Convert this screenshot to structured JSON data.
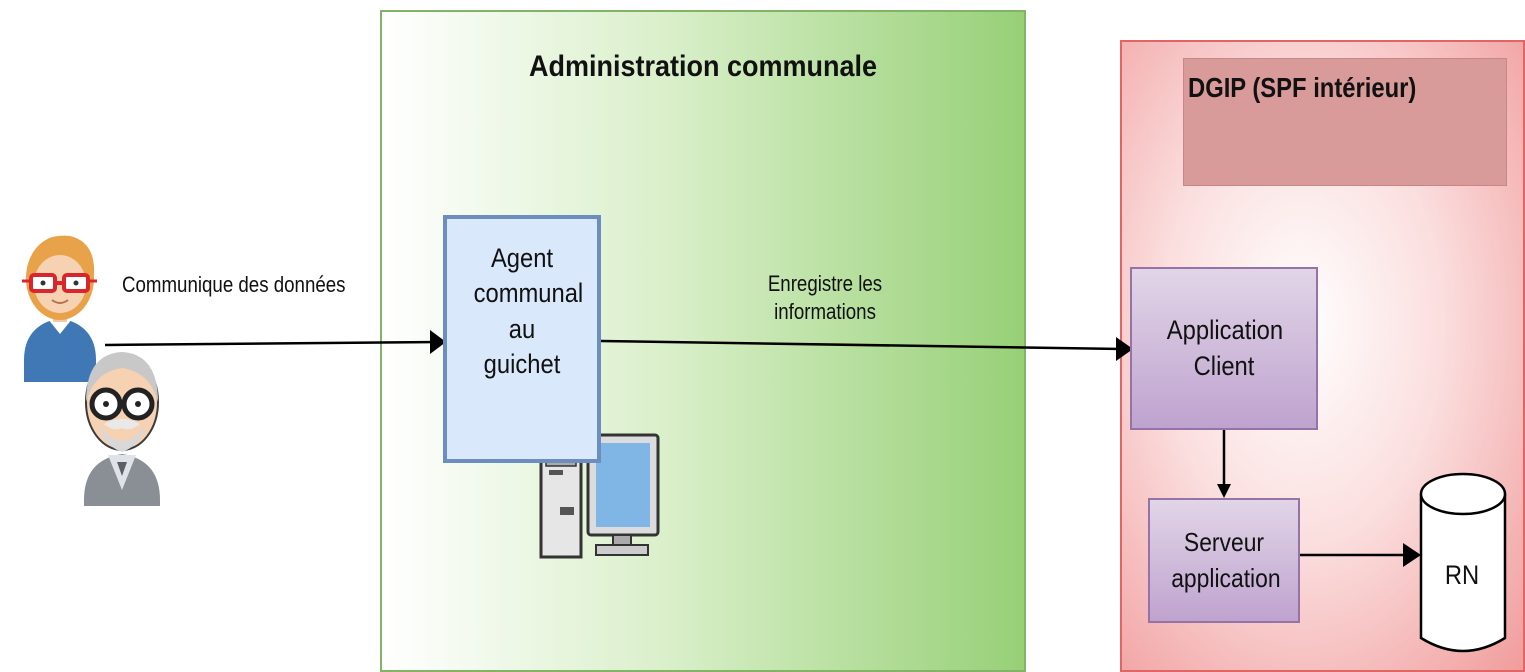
{
  "containers": {
    "admin_title": "Administration communale",
    "dgip_title": "DGIP (SPF intérieur)"
  },
  "nodes": {
    "agent": "Agent communal au guichet",
    "application_client": "Application Client",
    "serveur_application": "Serveur application",
    "rn": "RN"
  },
  "edges": {
    "communique": "Communique des données",
    "enregistre": "Enregistre les informations"
  },
  "actors": {
    "woman": "person-with-glasses-icon",
    "old_man": "elderly-man-icon"
  },
  "colors": {
    "admin_fill": "#97d077",
    "admin_border": "#82b366",
    "dgip_fill": "#f19c9c",
    "dgip_border": "#e06666",
    "agent_fill": "#dae8fc",
    "agent_border": "#6c8ebf",
    "purple_fill": "#e1d5e7",
    "purple_border": "#9673a6"
  }
}
